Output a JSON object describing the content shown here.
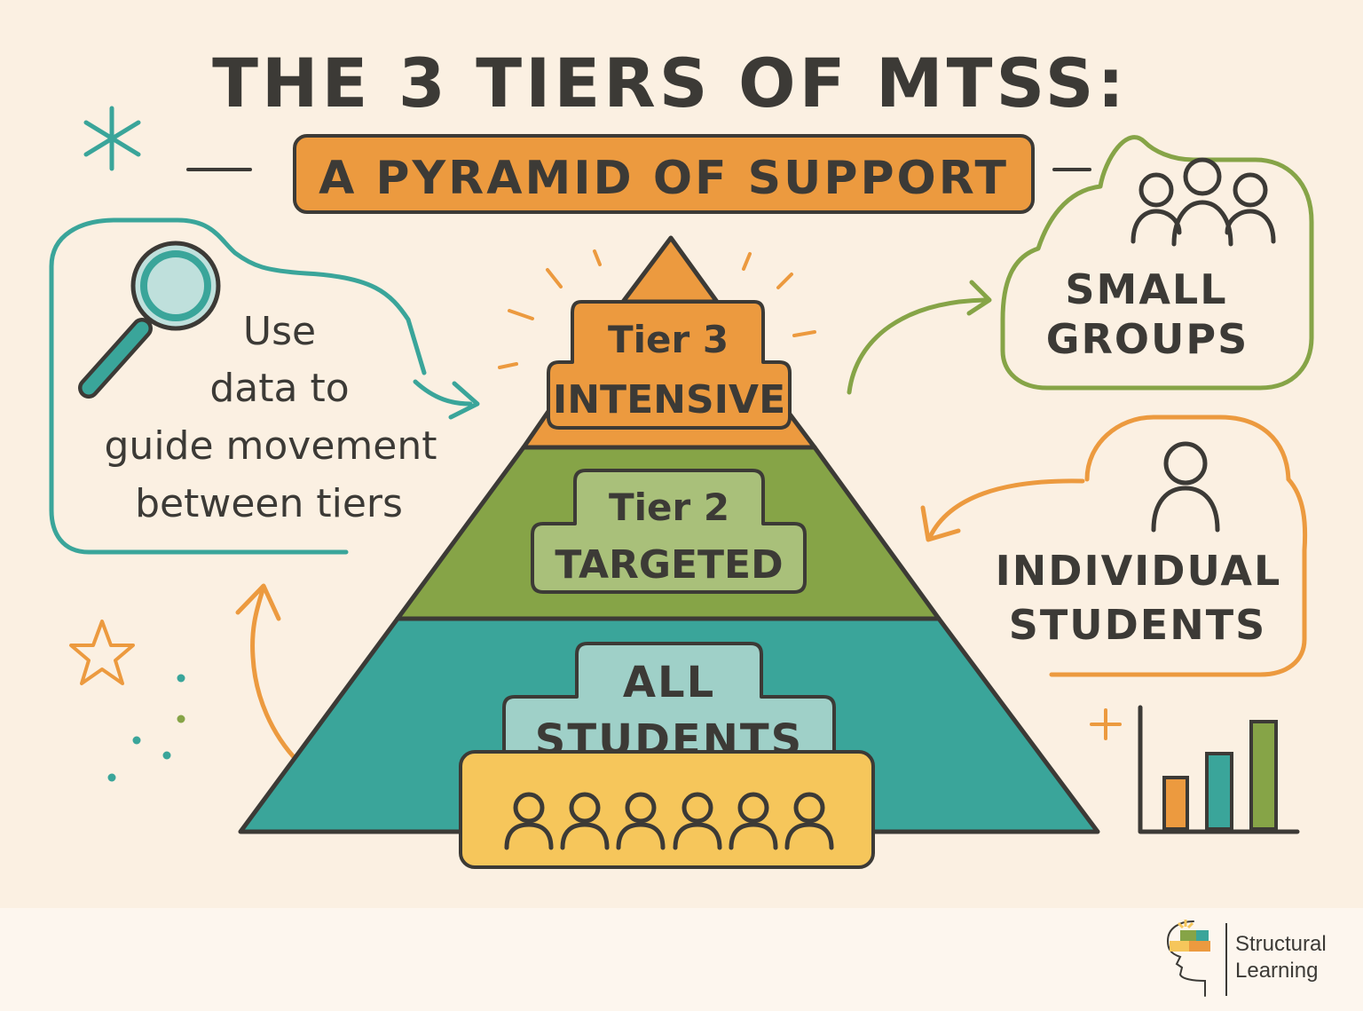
{
  "title": "THE 3 TIERS OF MTSS:",
  "subtitle": "A PYRAMID OF SUPPORT",
  "pyramid": {
    "tier3": {
      "line1": "Tier 3",
      "line2": "INTENSIVE",
      "color": "#ec9a3f"
    },
    "tier2": {
      "line1": "Tier 2",
      "line2": "TARGETED",
      "color": "#86a447"
    },
    "tier1": {
      "line1": "ALL",
      "line2": "STUDENTS",
      "color": "#3aa59a"
    }
  },
  "data_note": [
    "Use",
    "data to",
    "guide movement",
    "between tiers"
  ],
  "small_groups": [
    "SMALL",
    "GROUPS"
  ],
  "individual_students": [
    "INDIVIDUAL",
    "STUDENTS"
  ],
  "icons": {
    "magnifier": "magnifying-glass-icon",
    "group": "group-people-icon",
    "person": "person-icon",
    "bar_chart": "bar-chart-icon",
    "star": "star-icon",
    "asterisk": "asterisk-icon"
  },
  "brand": {
    "line1": "Structural",
    "line2": "Learning"
  },
  "colors": {
    "background": "#fbf0e2",
    "ink": "#3c3a36",
    "orange": "#ec9a3f",
    "green": "#86a447",
    "teal": "#3aa59a",
    "yellow": "#f6c65b"
  }
}
